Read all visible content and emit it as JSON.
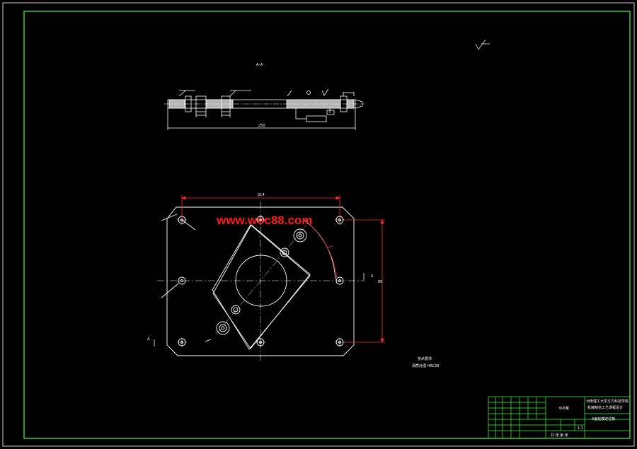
{
  "watermark": "www.woc88.com",
  "section_label": "A–A",
  "section_dims": {
    "overall_length": "250"
  },
  "plan_dims": {
    "top_span": "214",
    "right_span": "89"
  },
  "section_marks": {
    "left": "A",
    "right": "A"
  },
  "notes": {
    "line1": "技术要求",
    "line2": "调质处理 HRC28"
  },
  "title_block": {
    "school": "河南理工大学万方科技学院",
    "project": "机械制造工艺课程设计",
    "drawing_name": "A面钻模定位板",
    "stage_mark": "Φ平翼",
    "scale": "1:1",
    "sheet": "共 张 第 张"
  }
}
